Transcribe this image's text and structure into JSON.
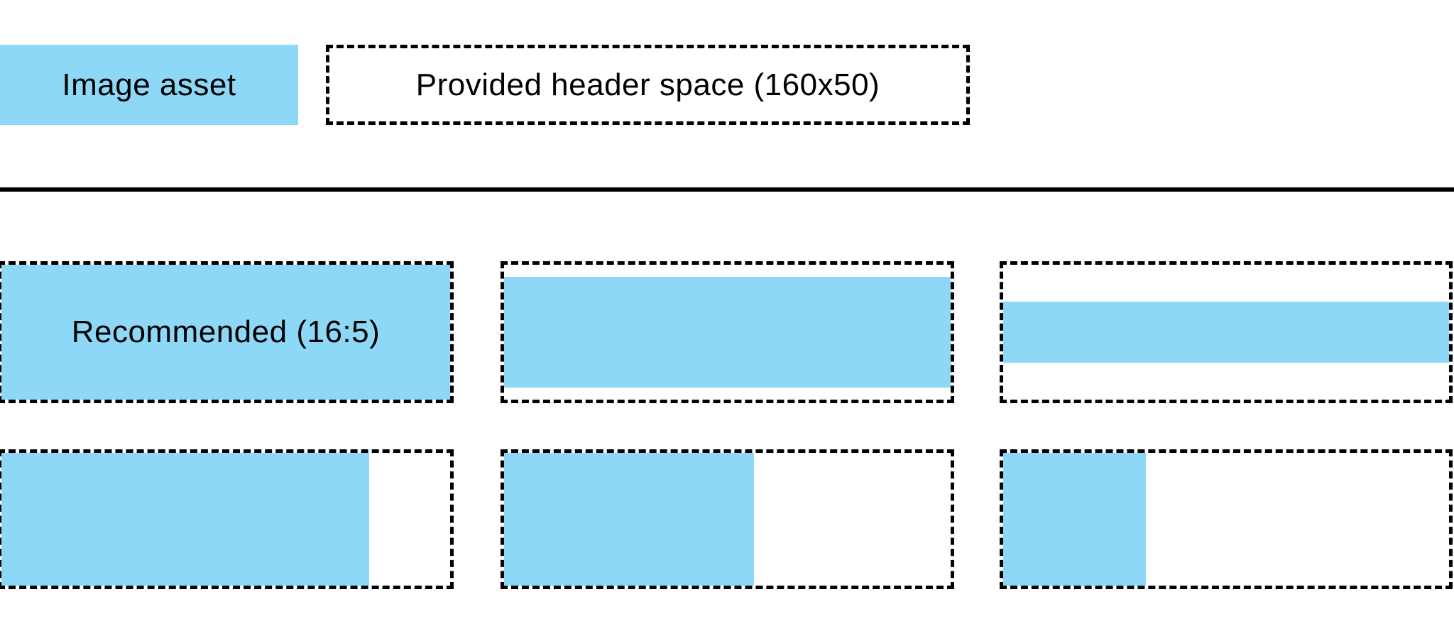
{
  "colors": {
    "asset_blue": "#8DD8F7",
    "outline_black": "#000000",
    "background_white": "#FFFFFF"
  },
  "legend": {
    "image_asset_label": "Image asset",
    "header_space_label": "Provided header space (160x50)"
  },
  "header_space": {
    "width": 160,
    "height": 50,
    "recommended_ratio": "16:5"
  },
  "examples": {
    "row_fit_width": [
      {
        "label": "Recommended (16:5)",
        "asset_width": "100%",
        "asset_height": "100%"
      },
      {
        "label": "",
        "asset_width": "100%",
        "asset_height": "82%"
      },
      {
        "label": "",
        "asset_width": "100%",
        "asset_height": "45%"
      }
    ],
    "row_fit_height": [
      {
        "label": "",
        "asset_width": "82%",
        "asset_height": "100%"
      },
      {
        "label": "",
        "asset_width": "56%",
        "asset_height": "100%"
      },
      {
        "label": "",
        "asset_width": "32%",
        "asset_height": "100%"
      }
    ]
  }
}
